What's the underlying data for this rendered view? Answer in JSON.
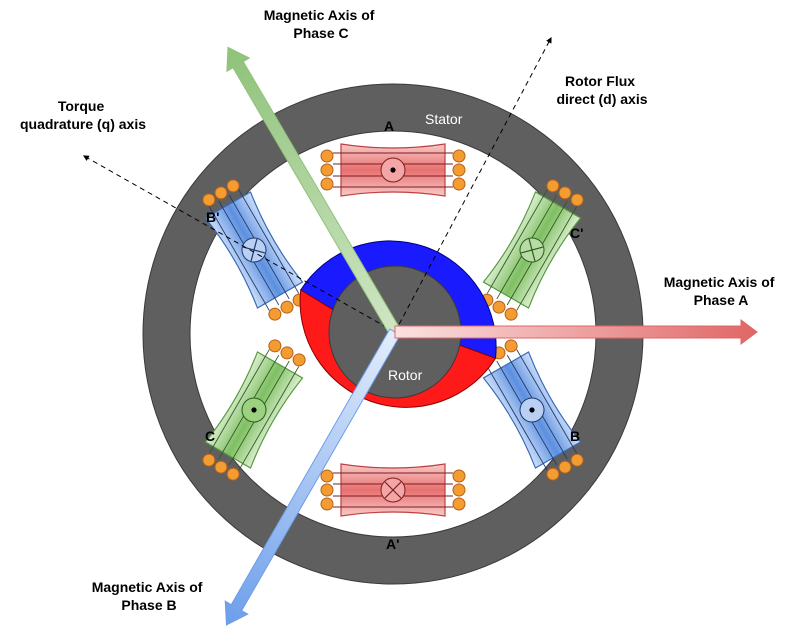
{
  "labels": {
    "phase_c_axis": [
      "Magnetic Axis of",
      "Phase C"
    ],
    "rotor_flux_axis": [
      "Rotor Flux",
      "direct (d) axis"
    ],
    "torque_axis": [
      "Torque",
      "quadrature (q) axis"
    ],
    "phase_a_axis": [
      "Magnetic Axis of",
      "Phase A"
    ],
    "phase_b_axis": [
      "Magnetic Axis of",
      "Phase B"
    ],
    "stator": "Stator",
    "rotor": "Rotor",
    "coil_a": "A",
    "coil_a_prime": "A'",
    "coil_b": "B",
    "coil_b_prime": "B'",
    "coil_c": "C",
    "coil_c_prime": "C'"
  },
  "colors": {
    "stator": "#5f5f5f",
    "phase_a": "#e06666",
    "phase_b": "#6d9eeb",
    "phase_c": "#93c47d",
    "rotor_north": "#1a1aff",
    "rotor_south": "#ff1a1a",
    "conductor": "#f39c32"
  },
  "icons": {
    "current_out": "dot-in-circle-icon",
    "current_in": "cross-in-circle-icon"
  }
}
